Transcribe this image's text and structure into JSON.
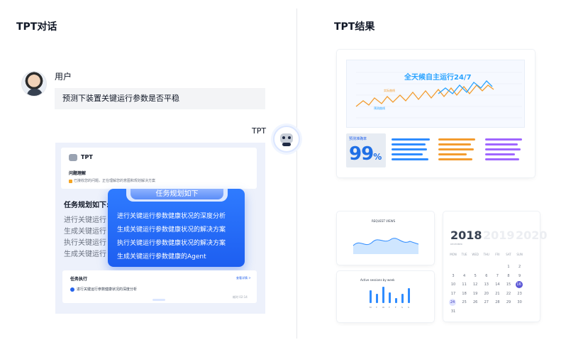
{
  "left": {
    "title": "TPT对话",
    "user_name": "用户",
    "user_message": "预测下装置关键运行参数是否平稳",
    "bot_label": "TPT",
    "inner_title": "TPT",
    "problem_title": "问题理解",
    "problem_text": "已接收您的问题，正在理解您的意图和规划解决方案",
    "plan_title": "任务规划如下:",
    "plan_items": [
      "进行关键运行参数健康状况的深度分析",
      "生成关键运行参数健康状况的解决方案",
      "执行关键运行参数健康状况的解决方案",
      "生成关键运行参数健康的Agent"
    ],
    "popup_title": "任务规划如下",
    "task_title": "任务执行",
    "task_more": "查看详情 >",
    "task_item": "进行关键运行参数健康状况的深度分析",
    "task_time": "耗时 02:14"
  },
  "right": {
    "title": "TPT结果",
    "dash_title": "全天候自主运行24/7",
    "series_labels": [
      "实际曲线",
      "预测曲线"
    ],
    "rate_label": "预测准确率",
    "rate_value": "99",
    "rate_unit": "%",
    "request_title": "REQUEST VIEWS",
    "active_title": "Active sessions by week",
    "active_weekdays": [
      "M",
      "T",
      "W",
      "T",
      "F",
      "S",
      "S"
    ],
    "calendar": {
      "years": [
        "2018",
        "2019",
        "2020"
      ],
      "month": "DECEMBER",
      "weekdays": [
        "MON",
        "TUE",
        "WED",
        "THU",
        "FRI",
        "SAT",
        "SUN"
      ],
      "weeks": [
        [
          "",
          "",
          "",
          "",
          "",
          "1",
          "2"
        ],
        [
          "3",
          "4",
          "5",
          "6",
          "7",
          "8",
          "9"
        ],
        [
          "10",
          "11",
          "12",
          "13",
          "14",
          "15",
          "16"
        ],
        [
          "17",
          "18",
          "19",
          "20",
          "21",
          "22",
          "23"
        ],
        [
          "24",
          "25",
          "26",
          "27",
          "28",
          "29",
          "30"
        ],
        [
          "31",
          "",
          "",
          "",
          "",
          "",
          ""
        ]
      ],
      "selected_day": "16",
      "today_day": "24"
    }
  },
  "colors": {
    "accent": "#1d5ef0",
    "orange": "#f39c2f",
    "cyan": "#2aa3ff",
    "purple": "#a066ff",
    "cal_select": "#5b57d6"
  }
}
